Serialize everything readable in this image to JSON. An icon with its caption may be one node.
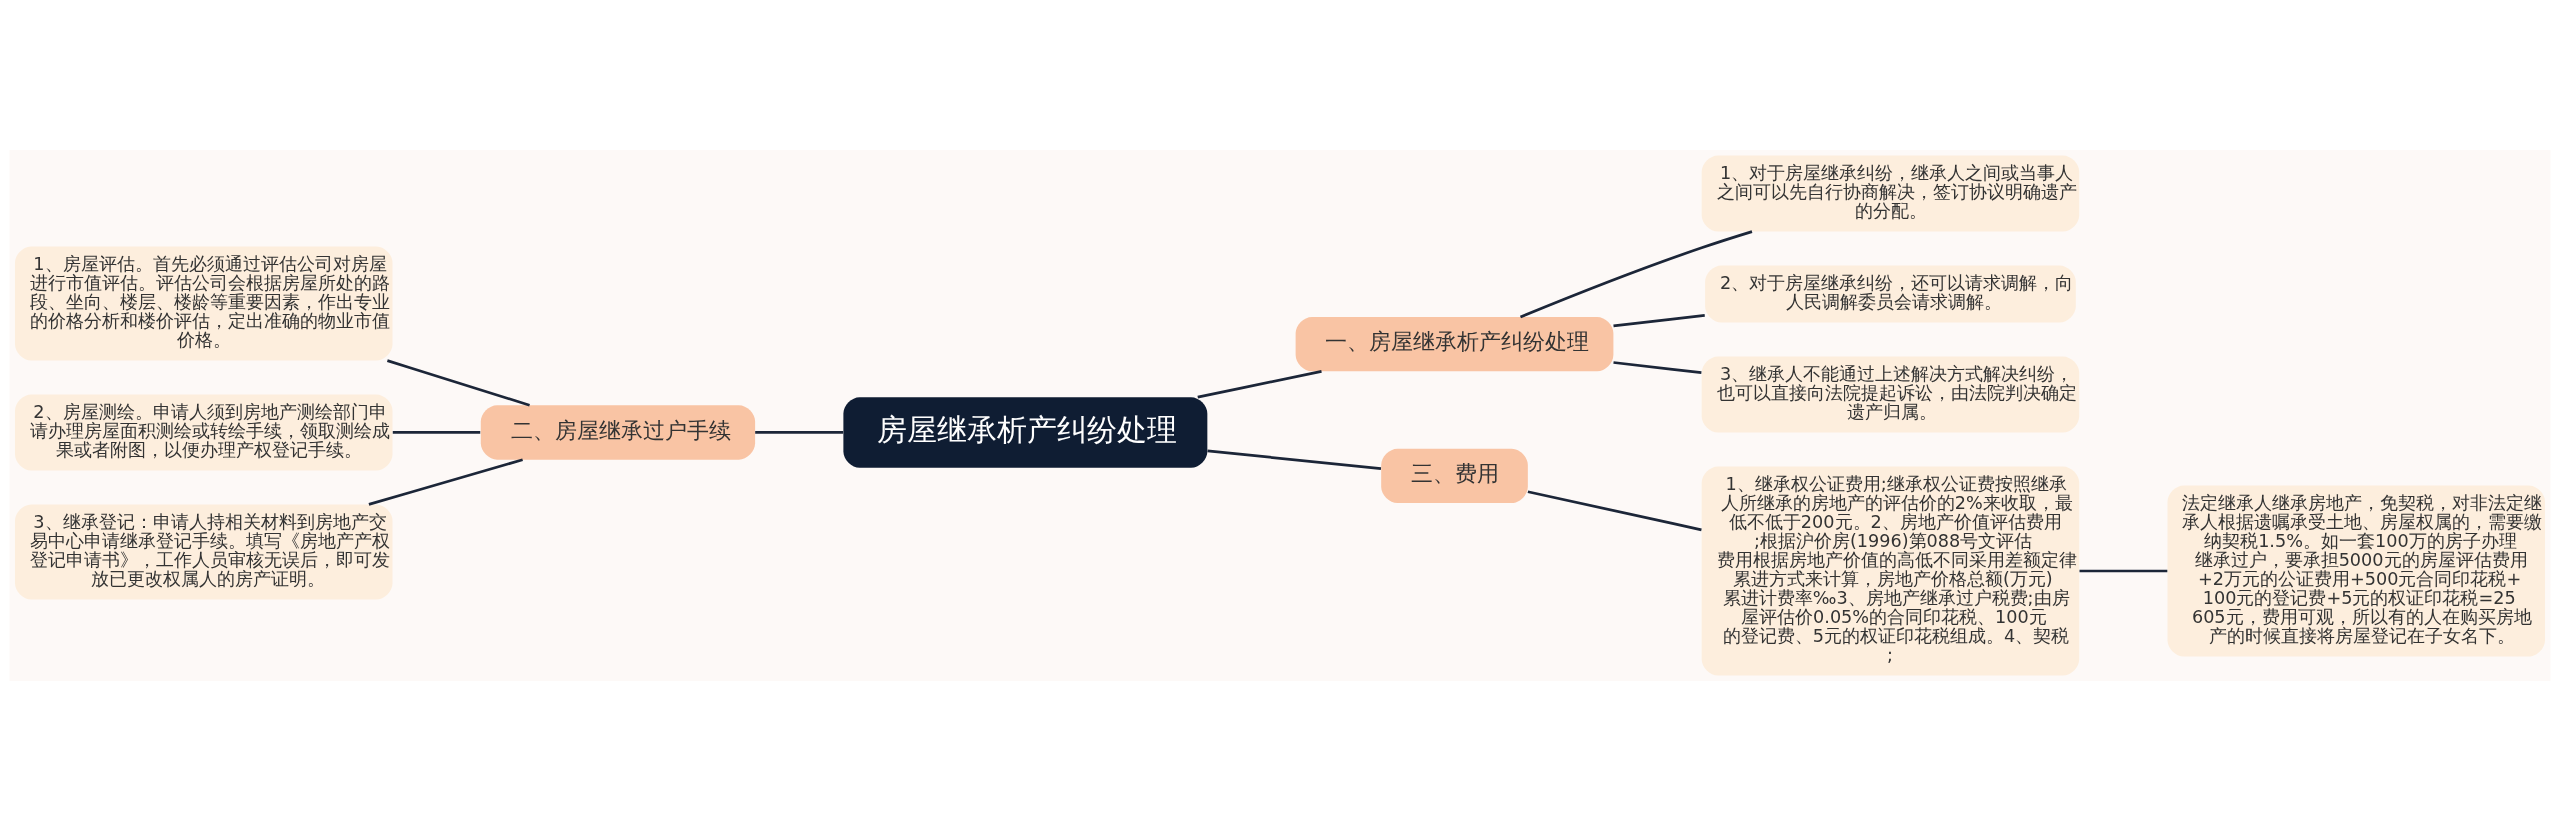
{
  "diagram": {
    "nodes": [
      {
        "text": [
          "房屋继承析产纠纷处理"
        ]
      },
      {
        "text": [
          "一、房屋继承析产纠纷处理"
        ]
      },
      {
        "text": [
          "1、对于房屋继承纠纷，继承人之间或当事人之间可以先自行协商解决，签订协议明确遗产的分配。"
        ]
      },
      {
        "text": [
          "2、对于房屋继承纠纷，还可以请求调解，向人民调解委员会请求调解。"
        ]
      },
      {
        "text": [
          "3、继承人不能通过上述解决方式解决纠纷，也可以直接向法院提起诉讼，由法院判决确定遗产归属。"
        ]
      },
      {
        "text": [
          "二、房屋继承过户手续"
        ]
      },
      {
        "text": [
          "1、房屋评估。首先必须通过评估公司对房屋进行市值评估。评估公司会根据房屋所处的路段、坐向、楼层、楼龄等重要因素，作出专业的价格分析和楼价评估，定出准确的物业市值价格。"
        ]
      },
      {
        "text": [
          "2、房屋测绘。申请人须到房地产测绘部门申请办理房屋面积测绘或转绘手续，领取测绘成果或者附图，以便办理产权登记手续。"
        ]
      },
      {
        "text": [
          "3、继承登记：申请人持相关材料到房地产交易中心申请继承登记手续。填写《房地产产权登记申请书》，工作人员审核无误后，即可发放已更改权属人的房产证明。"
        ]
      },
      {
        "text": [
          "三、费用"
        ]
      },
      {
        "text": [
          "1、继承权公证费用;继承权公证费按照继承人所继承的房地产的评估价的2%来收取，最低不低于200元。2、房地产价值评估费用;根据沪价房(1996)第088号文评估费用根据房地产价值的高低不同采用差额定律累进方式来计算，房地产价格总额(万元) 累进计费率‰3、房地产继承过户税费;由房屋评估价0.05%的合同印花税、100元的登记费、5元的权证印花税组成。4、契税;"
        ]
      },
      {
        "text": [
          "法定继承人继承房地产，免契税，对非法定继承人根据遗嘱承受土地、房屋权属的，需要缴纳契税1.5%。如一套100万的房子办理继承过户，要承担5000元的房屋评估费用+2万元的公证费用+500元合同印花税+100元的登记费+5元的权证印花税=25605元，费用可观，所以有的人在购买房地产的时候直接将房屋登记在子女名下。"
        ]
      }
    ],
    "edges": [
      {
        "from": 0,
        "to": 1,
        "arrow": "none"
      },
      {
        "from": 1,
        "to": 2,
        "arrow": "none"
      },
      {
        "from": 1,
        "to": 3,
        "arrow": "none"
      },
      {
        "from": 1,
        "to": 4,
        "arrow": "none"
      },
      {
        "from": 0,
        "to": 5,
        "arrow": "none"
      },
      {
        "from": 5,
        "to": 6,
        "arrow": "none"
      },
      {
        "from": 5,
        "to": 7,
        "arrow": "none"
      },
      {
        "from": 5,
        "to": 8,
        "arrow": "none"
      },
      {
        "from": 0,
        "to": 9,
        "arrow": "none"
      },
      {
        "from": 9,
        "to": 10,
        "arrow": "none"
      },
      {
        "from": 10,
        "to": 11,
        "arrow": "none"
      }
    ]
  }
}
